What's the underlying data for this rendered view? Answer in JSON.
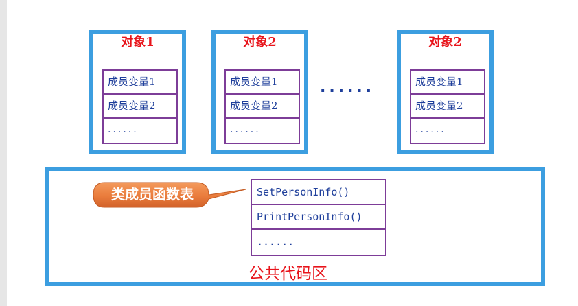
{
  "objects": [
    {
      "title": "对象1",
      "members": [
        "成员变量1",
        "成员变量2",
        "......"
      ]
    },
    {
      "title": "对象2",
      "members": [
        "成员变量1",
        "成员变量2",
        "......"
      ]
    },
    {
      "title": "对象2",
      "members": [
        "成员变量1",
        "成员变量2",
        "......"
      ]
    }
  ],
  "between_objects_dots": "......",
  "function_table": {
    "callout_label": "类成员函数表",
    "rows": [
      "SetPersonInfo()",
      "PrintPersonInfo()",
      "......"
    ]
  },
  "code_area_title": "公共代码区",
  "colors": {
    "box_border": "#3c9ee0",
    "table_border": "#7d3d98",
    "title_red": "#e8141b",
    "text_blue": "#1f3f9b",
    "callout_orange": "#ea7c3c"
  }
}
